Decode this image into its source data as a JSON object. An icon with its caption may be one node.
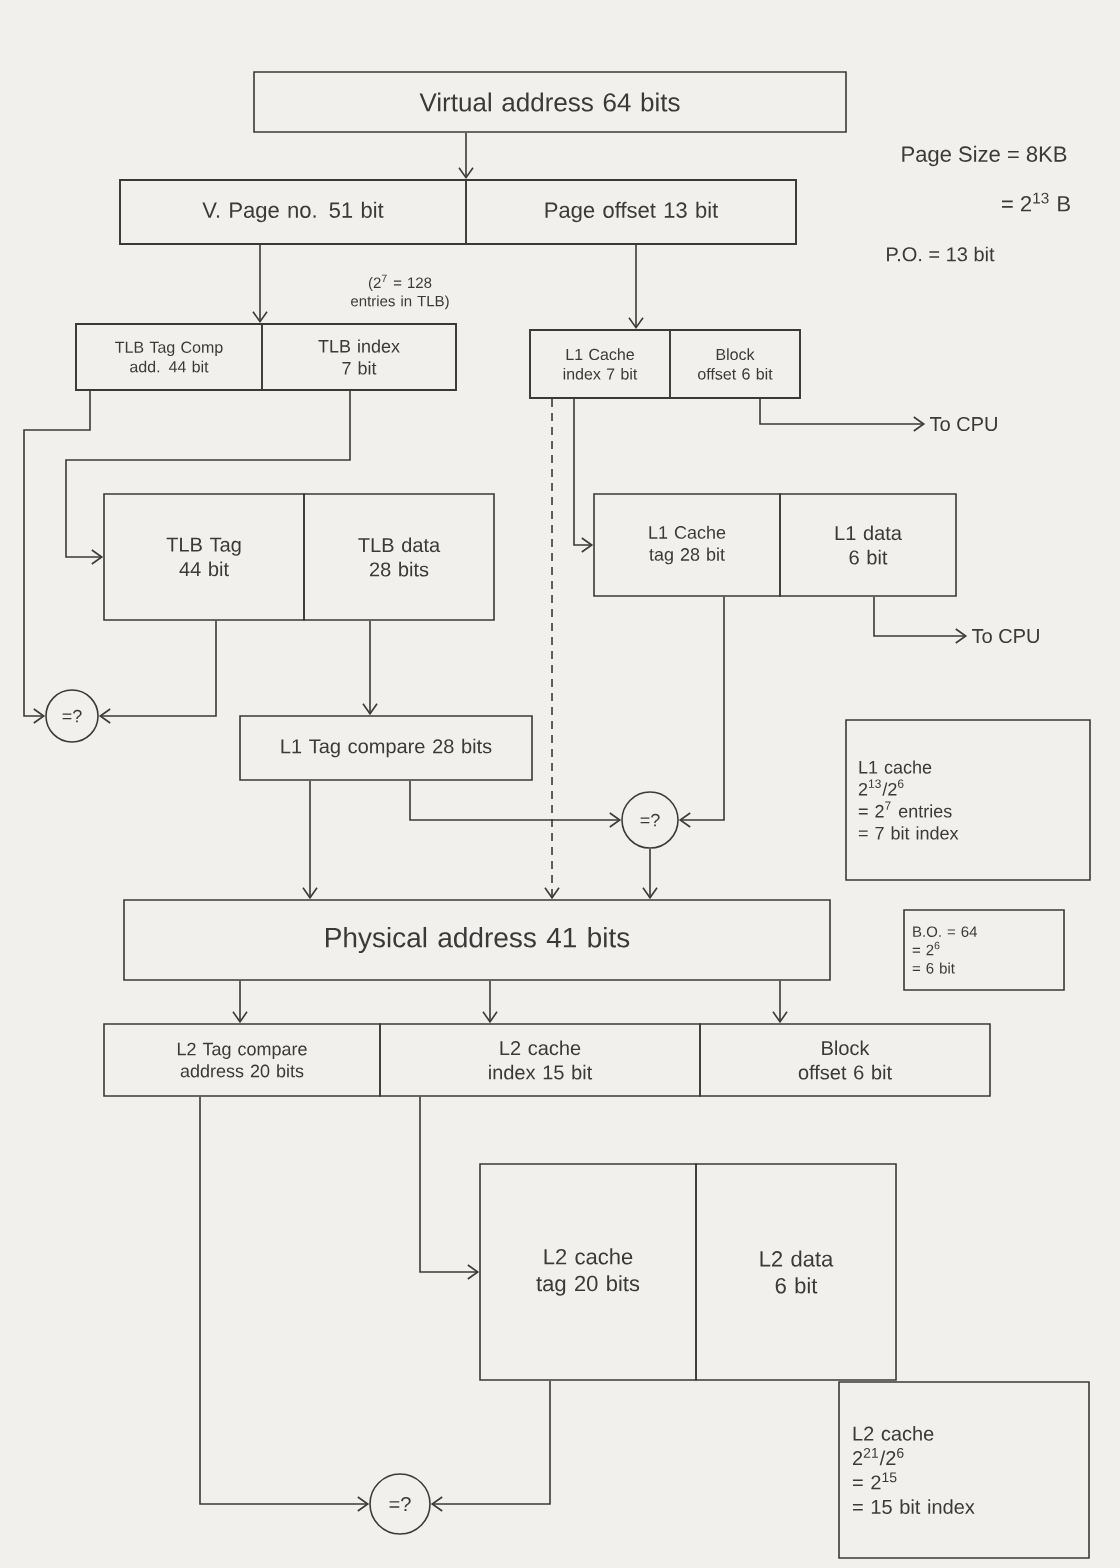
{
  "diagram": {
    "nodes": [
      {
        "text": [
          "Virtual address 64 bits"
        ]
      },
      {
        "text": [],
        "shape": "box"
      },
      {
        "text": [
          "V. Page no. 51 bit"
        ],
        "in": 1
      },
      {
        "text": [
          "Page offset 13 bit"
        ],
        "in": 1
      },
      {
        "text": [],
        "shape": "box"
      },
      {
        "text": [
          "TLB Tag Comp add. 44 bit"
        ],
        "in": 4
      },
      {
        "text": [
          "TLB index 7 bit"
        ],
        "in": 4
      },
      {
        "text": [],
        "shape": "box"
      },
      {
        "text": [
          "L1 Cache index 7 bit"
        ],
        "in": 7
      },
      {
        "text": [
          "Block offset 6 bit"
        ],
        "in": 7
      },
      {
        "text": [
          "To CPU"
        ]
      },
      {
        "text": [
          "TLB Tag 44 bit"
        ]
      },
      {
        "text": [
          "TLB data 28 bits"
        ]
      },
      {
        "text": [
          "L1 Cache tag 28 bit"
        ]
      },
      {
        "text": [
          "L1 data 6 bit"
        ]
      },
      {
        "text": [
          "To CPU"
        ]
      },
      {
        "text": [
          "=?"
        ]
      },
      {
        "text": [
          "L1 Tag compare 28 bits"
        ]
      },
      {
        "text": [
          "L1 cache",
          "2$^{13}$/2$^{6}$",
          "= 2$^{7}$ entries",
          "= 7 bit index"
        ]
      },
      {
        "text": [
          "=?"
        ]
      },
      {
        "text": [
          "Physical address 41 bits"
        ]
      },
      {
        "text": [
          "B.O. = 64",
          "= 2$^{6}$",
          "= 6 bit"
        ]
      },
      {
        "text": [
          "L2 Tag compare address 20 bits"
        ]
      },
      {
        "text": [
          "L2 cache index 15 bit"
        ]
      },
      {
        "text": [
          "Block offset 6 bit"
        ]
      },
      {
        "text": [
          "L2 cache tag 20 bits"
        ]
      },
      {
        "text": [
          "L2 data 6 bit"
        ]
      },
      {
        "text": [
          "L2 cache",
          "2$^{21}$/2$^{6}$",
          "= 2$^{15}$",
          "= 15 bit index"
        ]
      },
      {
        "text": [
          "=?"
        ]
      }
    ],
    "edges": [
      {
        "from": 0,
        "to": 1,
        "arrow": "to"
      },
      {
        "from": 2,
        "to": 4,
        "arrow": "to"
      },
      {
        "from": 3,
        "to": 7,
        "arrow": "to"
      },
      {
        "from": 5,
        "to": 16,
        "arrow": "to"
      },
      {
        "from": 6,
        "to": 11,
        "arrow": "to"
      },
      {
        "from": 8,
        "to": 13,
        "arrow": "to"
      },
      {
        "from": 9,
        "to": 10,
        "arrow": "to"
      },
      {
        "from": 11,
        "to": 16,
        "arrow": "to"
      },
      {
        "from": 12,
        "to": 17,
        "arrow": "to"
      },
      {
        "from": 14,
        "to": 15,
        "arrow": "to"
      },
      {
        "from": 13,
        "to": 19,
        "arrow": "to"
      },
      {
        "from": 17,
        "to": 19,
        "arrow": "to"
      },
      {
        "from": 17,
        "to": 20,
        "arrow": "to"
      },
      {
        "from": 19,
        "to": 20,
        "arrow": "to"
      },
      {
        "from": 7,
        "to": 20,
        "arrow": "to",
        "style": "dashed"
      },
      {
        "from": 20,
        "to": 22,
        "arrow": "to"
      },
      {
        "from": 20,
        "to": 23,
        "arrow": "to"
      },
      {
        "from": 20,
        "to": 24,
        "arrow": "to"
      },
      {
        "from": 22,
        "to": 28,
        "arrow": "to"
      },
      {
        "from": 23,
        "to": 25,
        "arrow": "to"
      },
      {
        "from": 25,
        "to": 28,
        "arrow": "to"
      }
    ],
    "labels": [
      "Page Size = 8KB",
      "= 2$^{13}$ B",
      "P.O. = 13 bit",
      "(2$^{7}$ = 128 entries in TLB)"
    ]
  }
}
